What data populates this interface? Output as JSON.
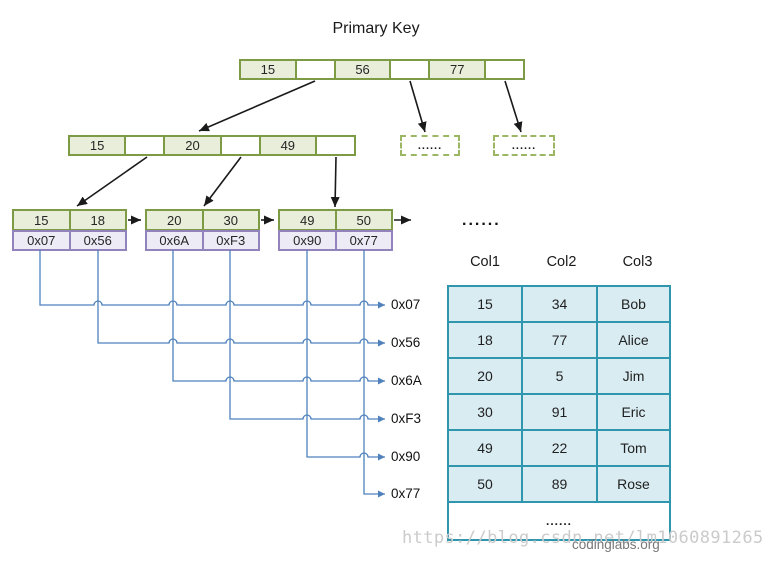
{
  "title": "Primary Key",
  "root": {
    "cells": [
      "15",
      "56",
      "77"
    ]
  },
  "level2": {
    "cells": [
      "15",
      "20",
      "49"
    ]
  },
  "dashed_boxes": [
    {
      "label": "......"
    },
    {
      "label": "......"
    }
  ],
  "leaves": [
    {
      "keys": [
        "15",
        "18"
      ],
      "pointers": [
        "0x07",
        "0x56"
      ]
    },
    {
      "keys": [
        "20",
        "30"
      ],
      "pointers": [
        "0x6A",
        "0xF3"
      ]
    },
    {
      "keys": [
        "49",
        "50"
      ],
      "pointers": [
        "0x90",
        "0x77"
      ]
    }
  ],
  "leaf_level_dots": "......",
  "pointer_labels": [
    "0x07",
    "0x56",
    "0x6A",
    "0xF3",
    "0x90",
    "0x77"
  ],
  "table": {
    "headers": [
      "Col1",
      "Col2",
      "Col3"
    ],
    "rows": [
      [
        "15",
        "34",
        "Bob"
      ],
      [
        "18",
        "77",
        "Alice"
      ],
      [
        "20",
        "5",
        "Jim"
      ],
      [
        "30",
        "91",
        "Eric"
      ],
      [
        "49",
        "22",
        "Tom"
      ],
      [
        "50",
        "89",
        "Rose"
      ]
    ],
    "last_row": "......"
  },
  "watermarks": {
    "csdn": "https://blog.csdn.net/lm1060891265",
    "codinglabs": "codinglabs.org"
  },
  "colors": {
    "node_border_green": "#7d9b44",
    "node_fill_green": "#e8eed9",
    "pointer_border_purple": "#9383bc",
    "pointer_fill_purple": "#edebf6",
    "table_border_teal": "#2f96ae",
    "table_fill_blue": "#d9ecf2",
    "connector_blue": "#4f81bd",
    "arrow_black": "#1a1a1a"
  }
}
